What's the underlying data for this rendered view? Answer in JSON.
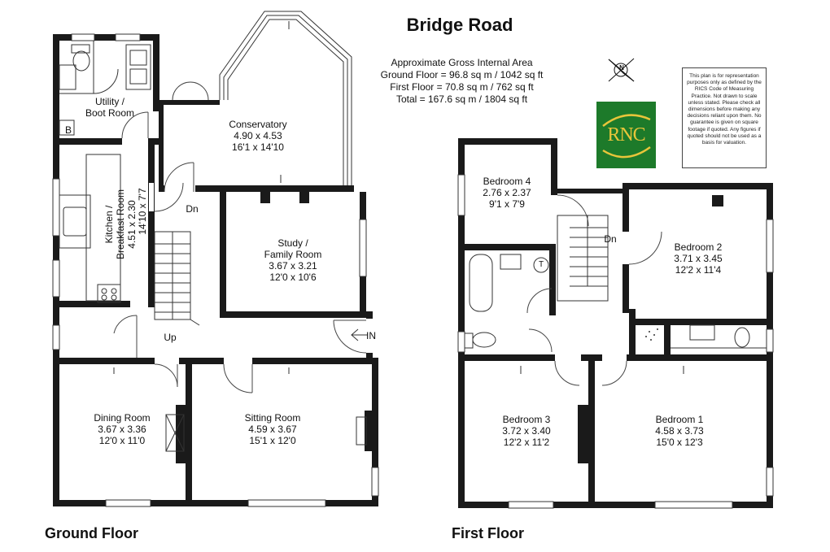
{
  "title": "Bridge Road",
  "area_summary": {
    "heading": "Approximate Gross Internal Area",
    "ground": "Ground Floor = 96.8 sq m / 1042 sq ft",
    "first": "First Floor = 70.8 sq m / 762 sq ft",
    "total": "Total = 167.6 sq m / 1804 sq ft"
  },
  "disclaimer": "This plan is for representation purposes only as defined by the RICS Code of Measuring Practice. Not drawn to scale unless stated. Please check all dimensions before making any decisions reliant upon them. No guarantee is given on square footage if quoted. Any figures if quoted should not be used as a basis for valuation.",
  "logo": {
    "text": "RNC",
    "bg": "#1d7a2a",
    "fg": "#e8c53a"
  },
  "compass": {
    "label": "N"
  },
  "ground_floor": {
    "label": "Ground Floor",
    "rooms": {
      "utility": {
        "name": "Utility /",
        "name2": "Boot Room"
      },
      "conservatory": {
        "name": "Conservatory",
        "metric": "4.90 x 4.53",
        "imperial": "16'1 x 14'10"
      },
      "kitchen": {
        "name": "Kitchen /",
        "name2": "Breakfast Room",
        "metric": "4.51 x 2.30",
        "imperial": "14'10 x 7'7"
      },
      "study": {
        "name": "Study /",
        "name2": "Family Room",
        "metric": "3.67 x 3.21",
        "imperial": "12'0 x 10'6"
      },
      "dining": {
        "name": "Dining Room",
        "metric": "3.67 x 3.36",
        "imperial": "12'0 x 11'0"
      },
      "sitting": {
        "name": "Sitting Room",
        "metric": "4.59 x 3.67",
        "imperial": "15'1 x 12'0"
      }
    },
    "labels": {
      "boiler": "B",
      "down": "Dn",
      "up": "Up",
      "entrance": "IN"
    }
  },
  "first_floor": {
    "label": "First Floor",
    "rooms": {
      "bedroom4": {
        "name": "Bedroom 4",
        "metric": "2.76 x 2.37",
        "imperial": "9'1 x 7'9"
      },
      "bedroom2": {
        "name": "Bedroom 2",
        "metric": "3.71 x 3.45",
        "imperial": "12'2 x 11'4"
      },
      "bedroom3": {
        "name": "Bedroom 3",
        "metric": "3.72 x 3.40",
        "imperial": "12'2 x 11'2"
      },
      "bedroom1": {
        "name": "Bedroom 1",
        "metric": "4.58 x 3.73",
        "imperial": "15'0 x 12'3"
      }
    },
    "labels": {
      "down": "Dn",
      "tank": "T"
    }
  }
}
